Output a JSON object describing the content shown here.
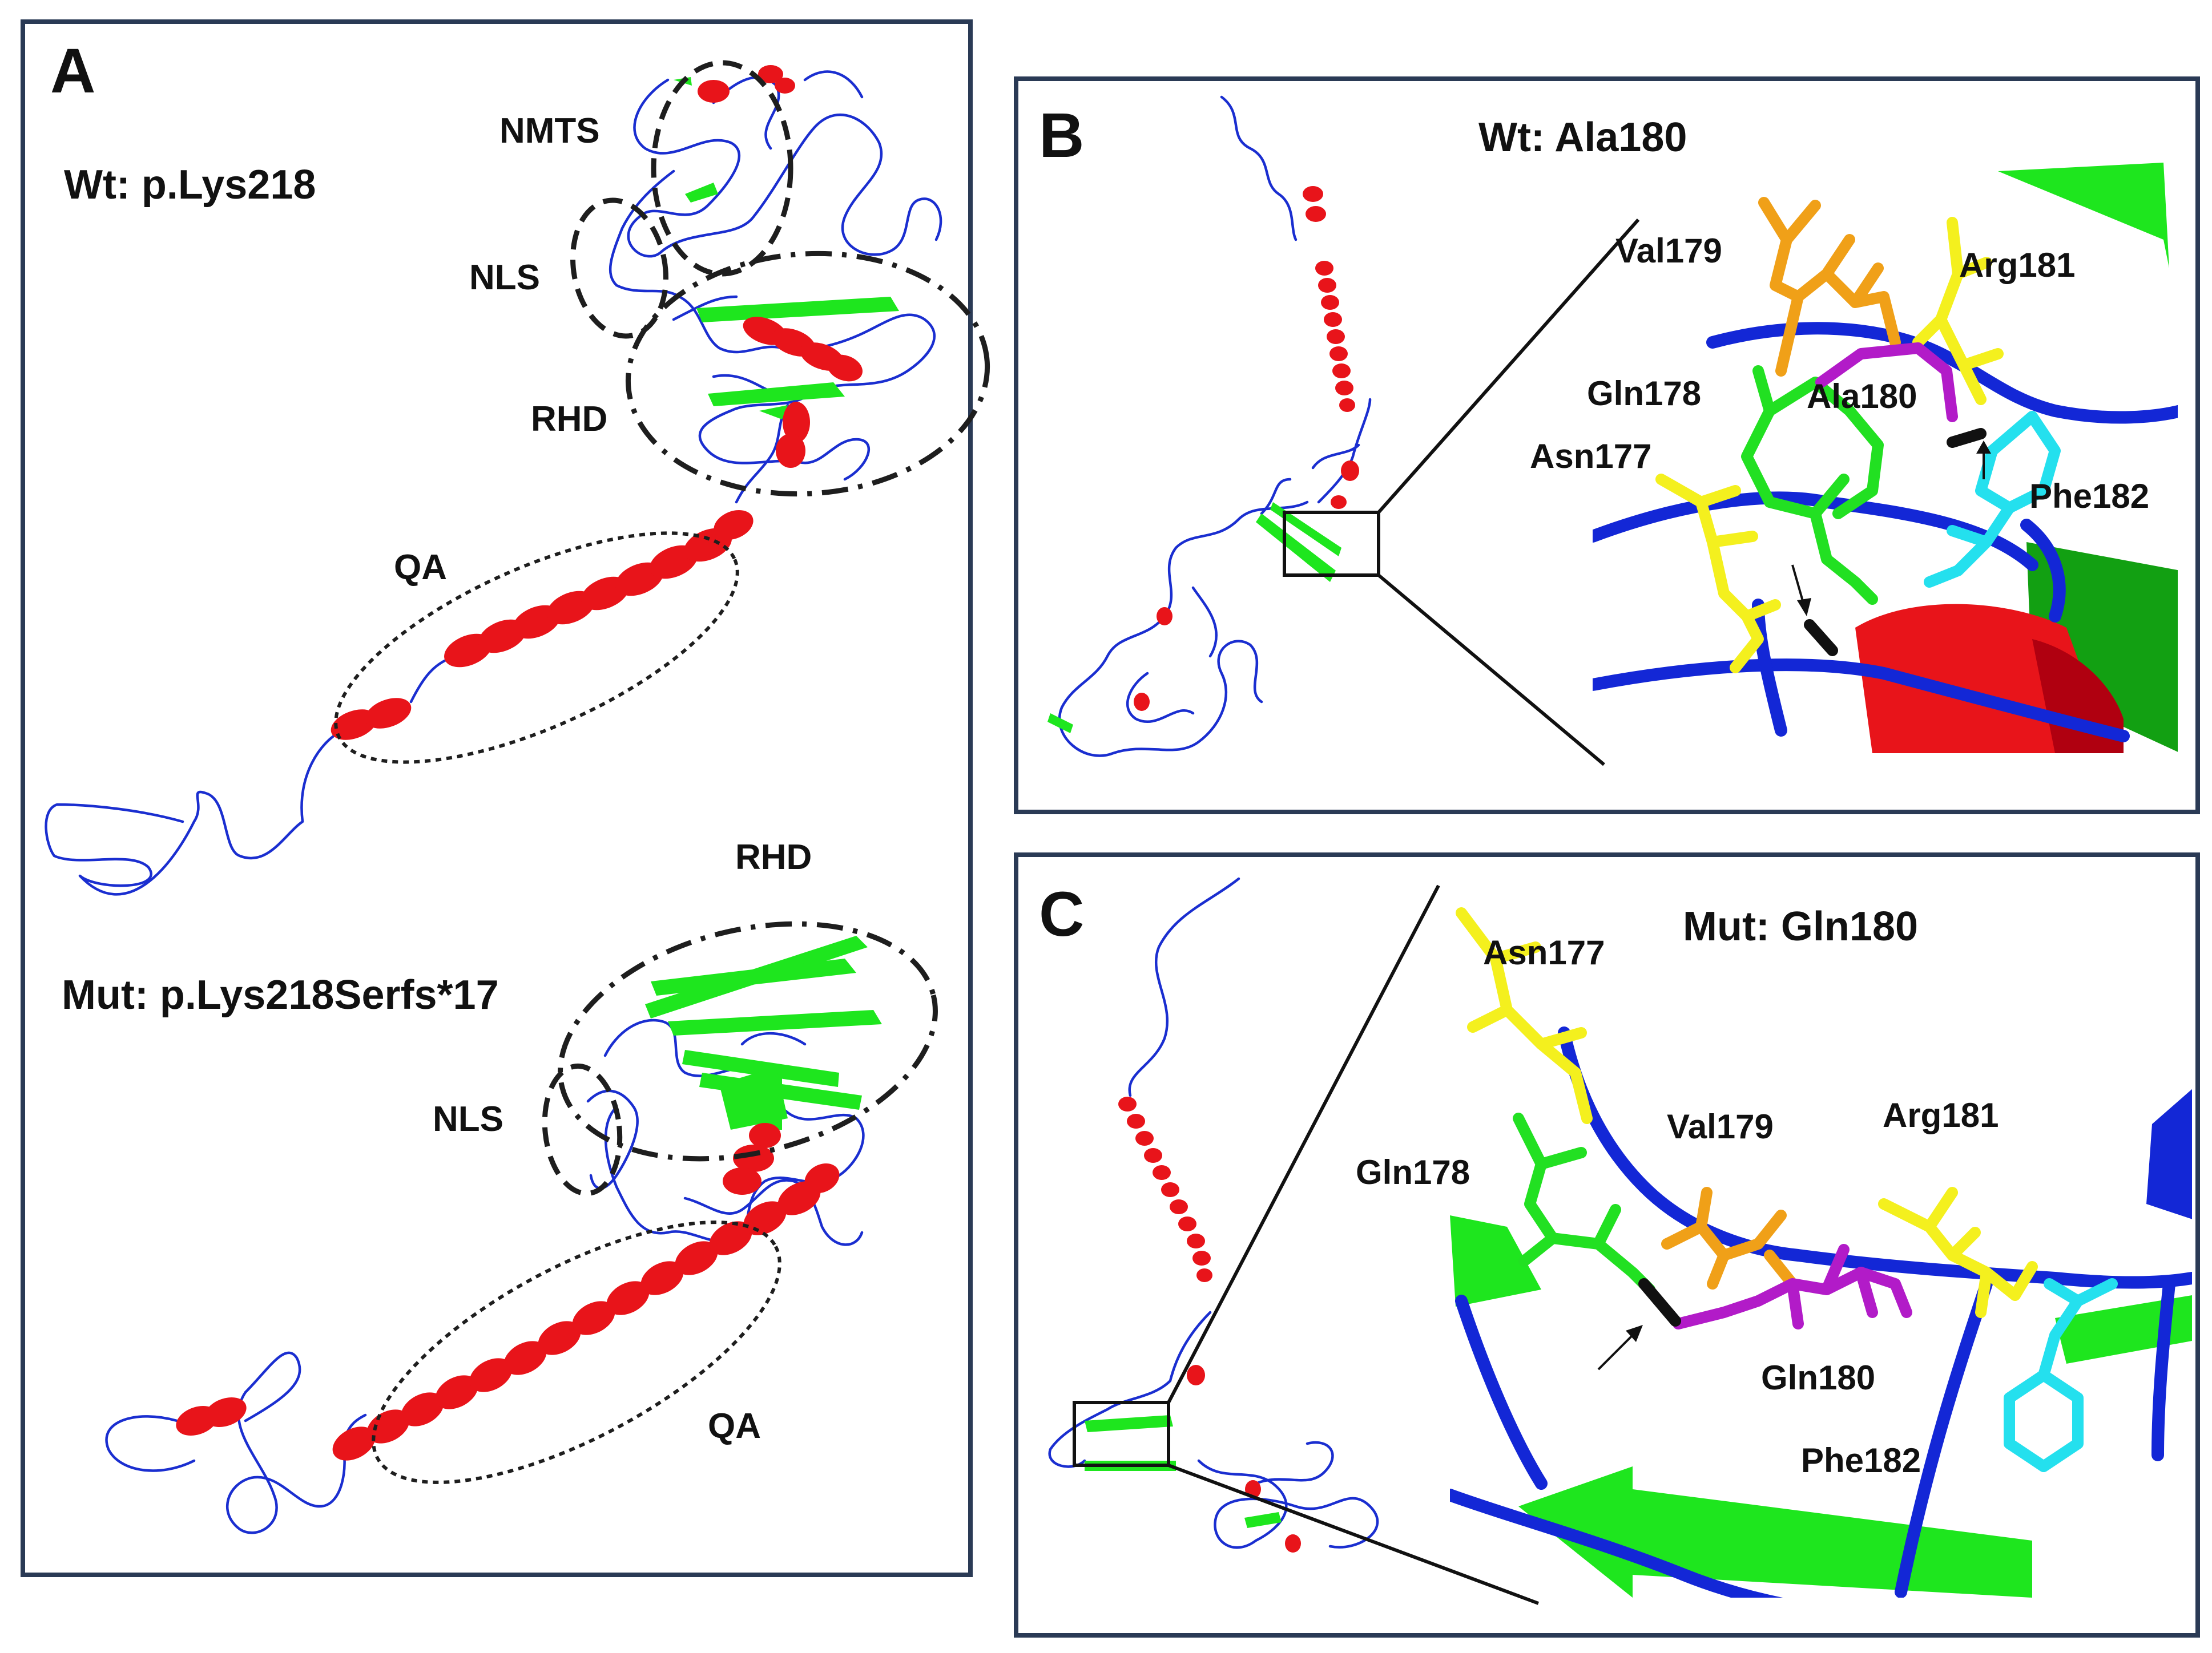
{
  "panels": {
    "a": {
      "letter": "A",
      "wt_title": "Wt: p.Lys218",
      "mut_title": "Mut: p.Lys218Serfs*17",
      "wt_regions": {
        "nmts": "NMTS",
        "nls": "NLS",
        "rhd": "RHD",
        "qa": "QA"
      },
      "mut_regions": {
        "rhd": "RHD",
        "nls": "NLS",
        "qa": "QA"
      }
    },
    "b": {
      "letter": "B",
      "title": "Wt: Ala180",
      "residues": {
        "val179": "Val179",
        "arg181": "Arg181",
        "gln178": "Gln178",
        "ala180": "Ala180",
        "asn177": "Asn177",
        "phe182": "Phe182"
      }
    },
    "c": {
      "letter": "C",
      "title": "Mut: Gln180",
      "residues": {
        "asn177": "Asn177",
        "val179": "Val179",
        "arg181": "Arg181",
        "gln178": "Gln178",
        "gln180": "Gln180",
        "phe182": "Phe182"
      }
    }
  },
  "colors": {
    "helix": "#e8141a",
    "sheet": "#1ee61e",
    "coil": "#1a2ed0",
    "frame": "#2a3a55",
    "asn": "#f4f01e",
    "val": "#f0a018",
    "arg": "#f4f01e",
    "gln": "#22e022",
    "ala_mut_site": "#b21bc8",
    "phe": "#24e0ee",
    "bond": "#111111"
  }
}
